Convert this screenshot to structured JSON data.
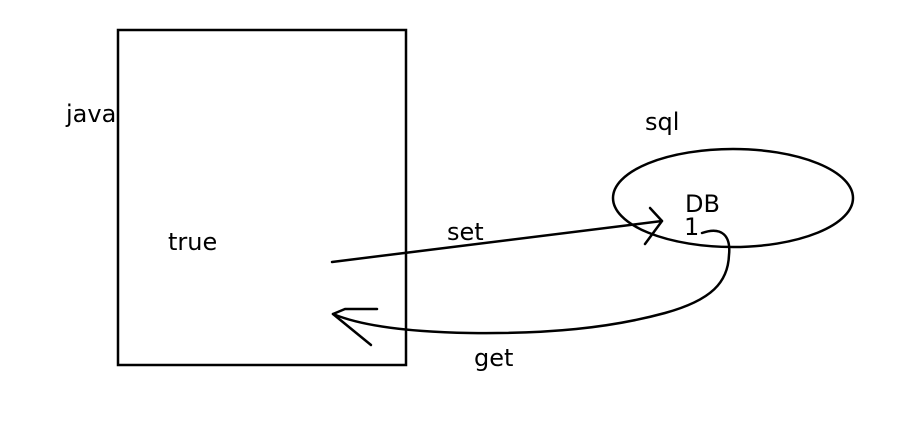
{
  "labels": {
    "java": "java",
    "true_value": "true",
    "set": "set",
    "get": "get",
    "sql": "sql",
    "db": "DB",
    "db_value": "1"
  },
  "colors": {
    "stroke": "#000000",
    "background": "#ffffff"
  }
}
